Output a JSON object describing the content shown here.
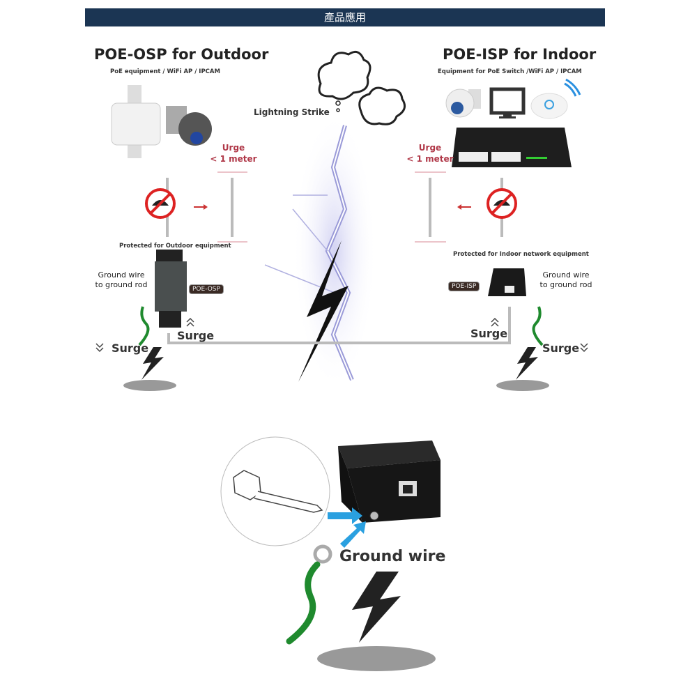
{
  "header": {
    "title": "產品應用"
  },
  "outdoor": {
    "title": "POE-OSP for Outdoor",
    "subtitle": "PoE equipment / WiFi AP / IPCAM",
    "urge_line1": "Urge",
    "urge_line2": "< 1 meter",
    "protected": "Protected for Outdoor equipment",
    "ground_line1": "Ground wire",
    "ground_line2": "to ground rod",
    "tag": "POE-OSP",
    "surge_device": "Surge",
    "surge_ground": "Surge"
  },
  "indoor": {
    "title": "POE-ISP for Indoor",
    "subtitle": "Equipment for PoE Switch /WiFi AP / IPCAM",
    "urge_line1": "Urge",
    "urge_line2": "< 1 meter",
    "protected": "Protected for Indoor network equipment",
    "ground_line1": "Ground wire",
    "ground_line2": "to ground rod",
    "tag": "POE-ISP",
    "surge_device": "Surge",
    "surge_ground": "Surge"
  },
  "lightning": {
    "label": "Lightning Strike"
  },
  "detail": {
    "ground_label": "Ground wire"
  },
  "colors": {
    "header": "#1b3553",
    "urge": "#b03848",
    "wire": "#1f8a2e",
    "arrow": "#2aa0e0"
  }
}
